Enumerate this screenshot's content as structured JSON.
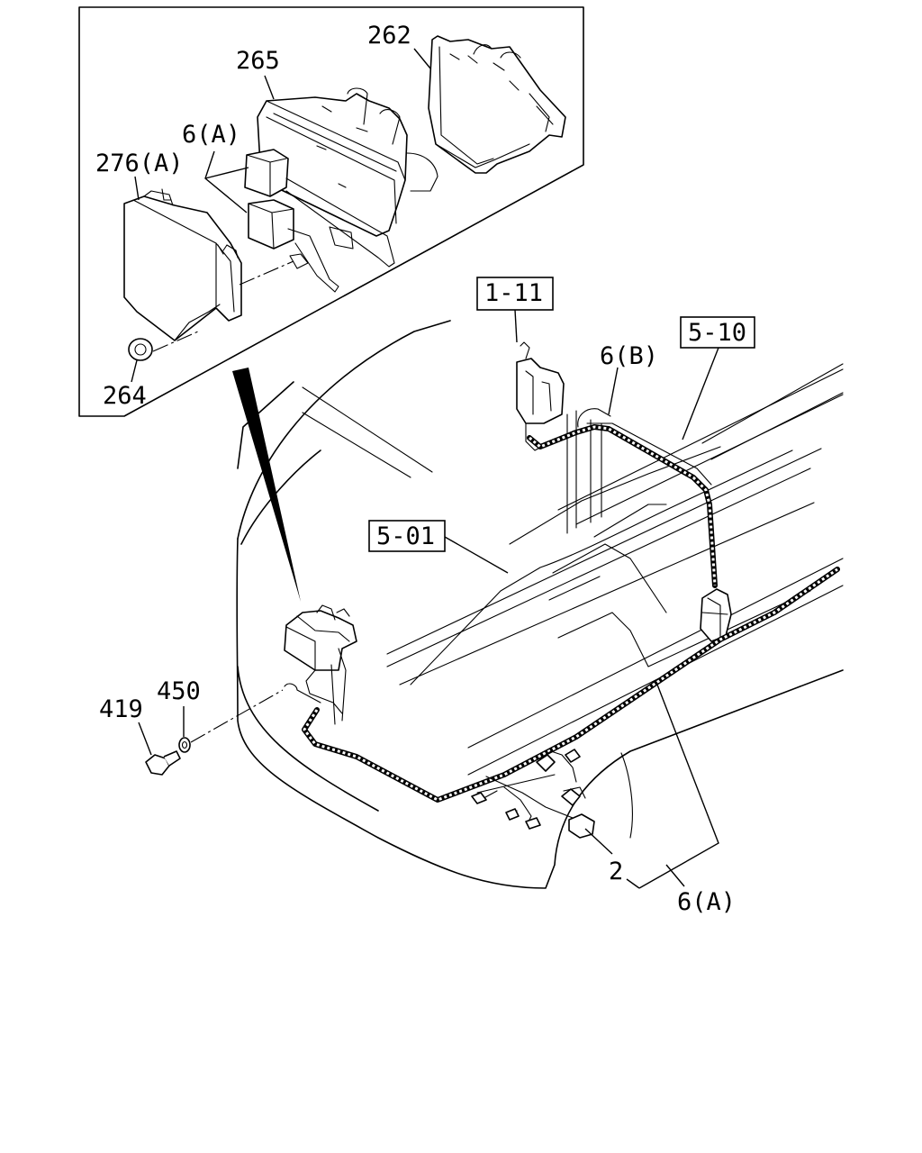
{
  "labels": {
    "p262": "262",
    "p265": "265",
    "p6a_inset": "6(A)",
    "p276a": "276(A)",
    "p264": "264",
    "ref_1_11": "1-11",
    "p6b": "6(B)",
    "ref_5_10": "5-10",
    "ref_5_01": "5-01",
    "p419": "419",
    "p450": "450",
    "p2": "2",
    "p6a_main": "6(A)"
  }
}
